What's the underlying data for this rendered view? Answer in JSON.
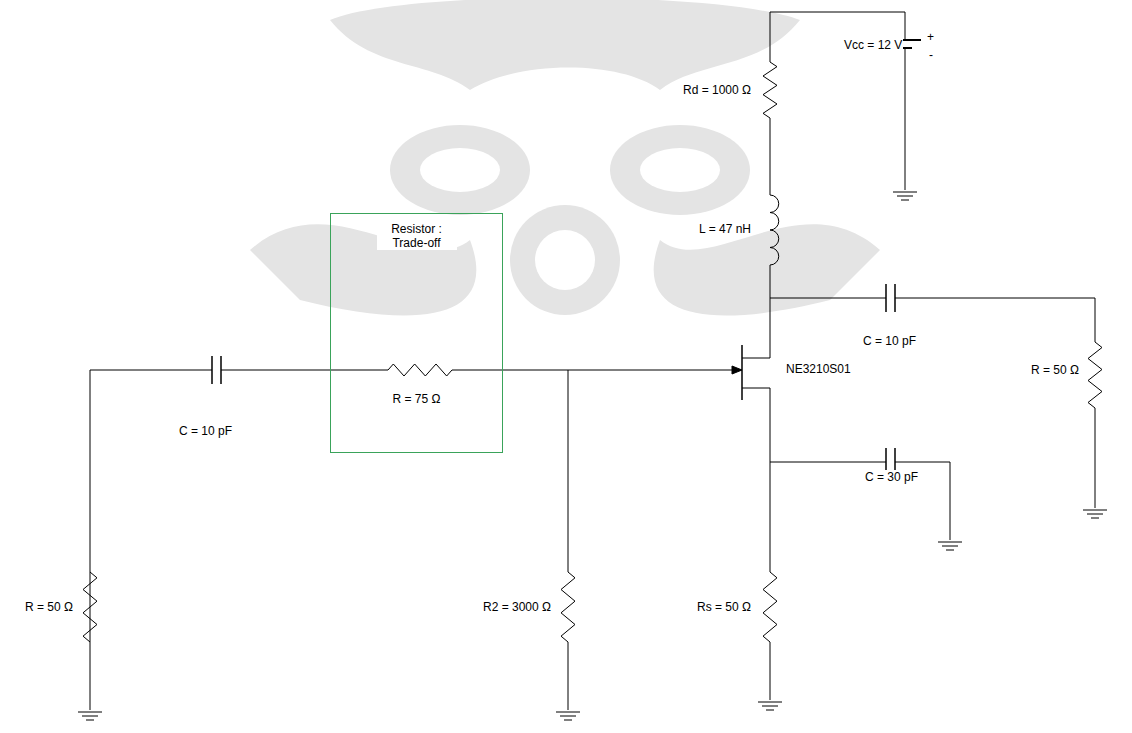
{
  "diagram": {
    "nodes": [
      {
        "text": [
          "Resistor : Trade-off",
          "R = 75 Ω"
        ]
      }
    ],
    "labels": [
      "Vcc = 12 V",
      "+",
      "-",
      "Rd = 1000 Ω",
      "L = 47 nH",
      "C = 10 pF",
      "NE3210S01",
      "R = 50 Ω",
      "C = 10 pF",
      "C = 30 pF",
      "R2 = 3000 Ω",
      "Rs = 50 Ω",
      "R = 50 Ω"
    ]
  }
}
